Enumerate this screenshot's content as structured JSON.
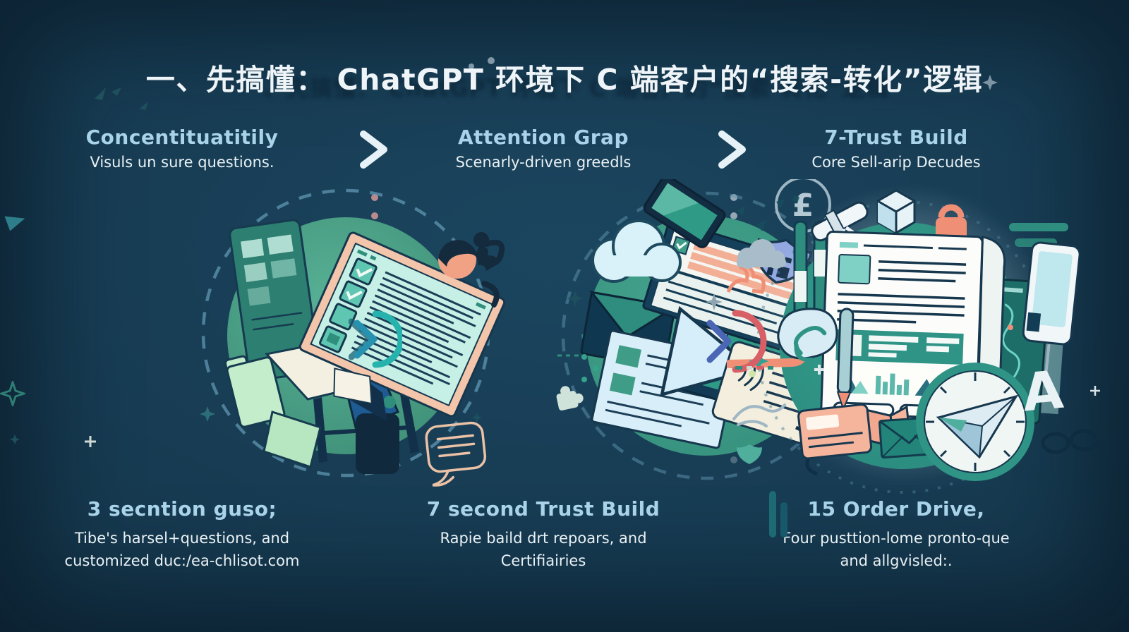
{
  "title": {
    "text": "一、先搞懂： ChatGPT 环境下 C 端客户的“搜索-转化”逻辑"
  },
  "columns": [
    {
      "id": "search-understanding",
      "heading": "Concentituatitily",
      "subheading": "Visuls un sure questions.",
      "footer_heading": "3 secntion guso;",
      "footer_line1": "Tibe's harsel+questions, and",
      "footer_line2": "customized duc:/ea-chlisot.com",
      "illustration": "workstation-checklist-scene",
      "icons": [
        "monitor-checklist-icon",
        "desk-icon",
        "person-at-desk-icon",
        "folder-icon",
        "avatar-face-icon",
        "speech-bubble-icon",
        "side-panel-icon"
      ]
    },
    {
      "id": "attention-grab",
      "heading": "Attention Grap",
      "subheading": "Scenarly-driven greedls",
      "footer_heading": "7 second Trust Build",
      "footer_line1": "Rapie baild drt repoars, and",
      "footer_line2": "Certifiairies",
      "illustration": "media-cards-scene",
      "icons": [
        "cloud-icon",
        "phone-icon",
        "banner-card-icon",
        "monitor-icon",
        "play-button-icon",
        "envelope-icon",
        "list-card-icon",
        "chat-card-icon",
        "shield-icon",
        "currency-circle-icon"
      ]
    },
    {
      "id": "trust-build",
      "heading": "7-Trust Build",
      "subheading": "Core Sell-arip Decudes",
      "footer_heading": "15 Order Drive,",
      "footer_line1": "Four pusttion-lome pronto-que",
      "footer_line2": "and allgvisled:.",
      "illustration": "report-dashboard-scene",
      "icons": [
        "report-document-icon",
        "bar-chart-icon",
        "mountain-image-icon",
        "clock-icon",
        "paper-plane-icon",
        "padlock-icon",
        "cube-icon",
        "telescope-icon",
        "pipes-icon",
        "pen-icon",
        "ribbon-badge-icon",
        "ticket-cards-icon",
        "envelope-icon",
        "tablet-icon",
        "letter-a-icon",
        "map-panel-icon"
      ]
    }
  ],
  "separators": {
    "chevron_icon": "right-chevron",
    "divider_style": "vertical-dotted-line",
    "emblem1": "teal-chevron-arc",
    "emblem2": "blue-chevron-red-arc"
  },
  "decor": {
    "letter_a": "A",
    "currency_symbol": "£"
  },
  "colors": {
    "background": "#16394f",
    "heading_blue": "#a8d3e9",
    "text_white": "#e9f1f4",
    "circle_teal_1": "#4ca58c",
    "circle_teal_2": "#3f9c86",
    "circle_teal_3": "#2f9486",
    "salmon": "#f2ae96",
    "peach_frame": "#f3c5ab",
    "mint_screen": "#c6f0e6",
    "dark_navy": "#16374e",
    "shield_blue": "#93a8e1",
    "cream": "#f3eedd",
    "light_blue": "#d6eef9"
  }
}
